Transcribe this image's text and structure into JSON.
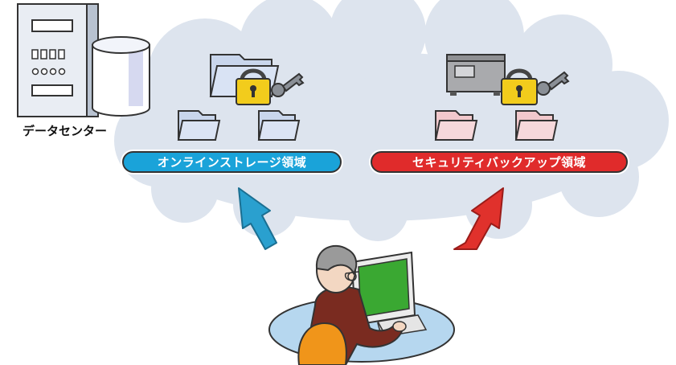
{
  "diagram": {
    "datacenter_label": "データセンター",
    "online_storage_label": "オンラインストレージ領域",
    "security_backup_label": "セキュリティバックアップ領域"
  },
  "colors": {
    "cloud": "#dde4ee",
    "online_pill": "#1aa3d9",
    "backup_pill": "#e02b2b",
    "blue_arrow": "#2aa0cf",
    "red_arrow": "#e0312c",
    "folder_blue": "#c9d6ec",
    "folder_pink": "#f1c8cc",
    "lock_gold": "#f2cc1c",
    "key_gray": "#8a8f96",
    "monitor_green": "#3aa832",
    "desk_blue": "#b6d7ef",
    "person_shirt": "#7a2b20",
    "chair_orange": "#f0951a"
  },
  "icons": [
    "server-icon",
    "database-icon",
    "folder-icon",
    "padlock-icon",
    "key-icon",
    "safe-icon",
    "upload-arrow-icon",
    "person-at-computer-icon"
  ]
}
